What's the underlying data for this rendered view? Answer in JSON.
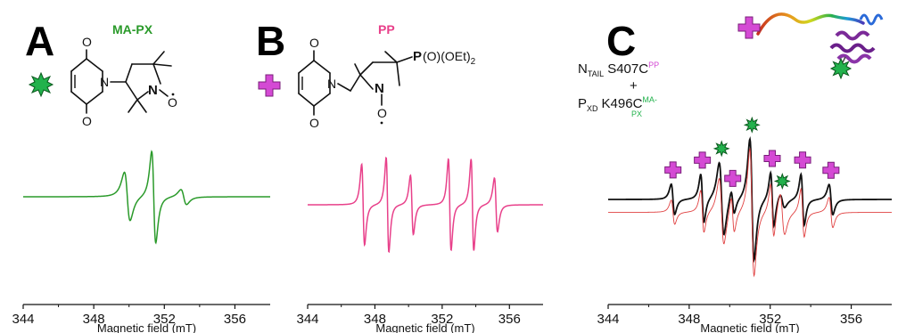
{
  "colors": {
    "green": "#2a9a2a",
    "pink": "#e8408a",
    "magenta": "#d44ad4",
    "black": "#111111",
    "red": "#e04040",
    "bright_green": "#22b24c"
  },
  "panels": [
    {
      "letter": "A",
      "label": "MA-PX"
    },
    {
      "letter": "B",
      "label": "PP"
    },
    {
      "letter": "C"
    }
  ],
  "chem": {
    "O": "O",
    "N": "N",
    "P": "P",
    "phos_rest": "(O)(OEt)",
    "phos_sub": "2"
  },
  "construct": {
    "ntail": "N",
    "ntail_sub": "TAIL",
    "ntail_mut": "S407C",
    "ntail_sup": "PP",
    "plus": "+",
    "pxd": "P",
    "pxd_sub": "XD",
    "pxd_mut": "K496C",
    "pxd_sup": "MA-",
    "pxd_sup2": "PX"
  },
  "chart_data": [
    {
      "type": "line",
      "panel": "A",
      "xlabel": "Magnetic field (mT)",
      "xlim": [
        344,
        358
      ],
      "xticks": [
        344,
        348,
        352,
        356
      ],
      "baseline": 0,
      "series": [
        {
          "color": "#2a9a2a",
          "lines": [
            {
              "center": 349.9,
              "amp": 0.45,
              "width": 0.28
            },
            {
              "center": 351.4,
              "amp": 0.85,
              "width": 0.2
            },
            {
              "center": 353.1,
              "amp": 0.14,
              "width": 0.28
            }
          ]
        }
      ]
    },
    {
      "type": "line",
      "panel": "B",
      "xlabel": "Magnetic field (mT)",
      "xlim": [
        344,
        358
      ],
      "xticks": [
        344,
        348,
        352,
        356
      ],
      "baseline": 0,
      "series": [
        {
          "color": "#e8408a",
          "lines": [
            {
              "center": 347.3,
              "amp": 0.75,
              "width": 0.15
            },
            {
              "center": 348.75,
              "amp": 0.88,
              "width": 0.14
            },
            {
              "center": 350.2,
              "amp": 0.55,
              "width": 0.15
            },
            {
              "center": 352.45,
              "amp": 0.85,
              "width": 0.14
            },
            {
              "center": 353.8,
              "amp": 0.85,
              "width": 0.14
            },
            {
              "center": 355.2,
              "amp": 0.5,
              "width": 0.16
            }
          ]
        }
      ]
    },
    {
      "type": "line",
      "panel": "C",
      "xlabel": "Magnetic field (mT)",
      "xlim": [
        344,
        358
      ],
      "xticks": [
        344,
        348,
        352,
        356
      ],
      "series": [
        {
          "color": "#111111",
          "baseline": 0.0,
          "lines": [
            {
              "center": 347.2,
              "amp": 0.25,
              "width": 0.15
            },
            {
              "center": 348.65,
              "amp": 0.4,
              "width": 0.14
            },
            {
              "center": 349.6,
              "amp": 0.6,
              "width": 0.2
            },
            {
              "center": 350.15,
              "amp": 0.2,
              "width": 0.14
            },
            {
              "center": 351.1,
              "amp": 1.0,
              "width": 0.18
            },
            {
              "center": 352.1,
              "amp": 0.45,
              "width": 0.14
            },
            {
              "center": 352.6,
              "amp": 0.12,
              "width": 0.2
            },
            {
              "center": 353.6,
              "amp": 0.42,
              "width": 0.14
            },
            {
              "center": 355.0,
              "amp": 0.25,
              "width": 0.16
            }
          ]
        },
        {
          "color": "#e04040",
          "baseline": -0.05,
          "lines": [
            {
              "center": 347.2,
              "amp": 0.2,
              "width": 0.15
            },
            {
              "center": 348.65,
              "amp": 0.35,
              "width": 0.14
            },
            {
              "center": 349.6,
              "amp": 0.55,
              "width": 0.2
            },
            {
              "center": 350.15,
              "amp": 0.3,
              "width": 0.14
            },
            {
              "center": 351.1,
              "amp": 1.05,
              "width": 0.18
            },
            {
              "center": 352.1,
              "amp": 0.45,
              "width": 0.14
            },
            {
              "center": 352.6,
              "amp": 0.35,
              "width": 0.2
            },
            {
              "center": 353.6,
              "amp": 0.4,
              "width": 0.14
            },
            {
              "center": 355.0,
              "amp": 0.25,
              "width": 0.16
            }
          ]
        }
      ],
      "markers": [
        {
          "shape": "cross",
          "field": 347.2
        },
        {
          "shape": "cross",
          "field": 348.65
        },
        {
          "shape": "star",
          "field": 349.6
        },
        {
          "shape": "cross",
          "field": 350.15
        },
        {
          "shape": "star",
          "field": 351.1
        },
        {
          "shape": "cross",
          "field": 352.1
        },
        {
          "shape": "star",
          "field": 352.6
        },
        {
          "shape": "cross",
          "field": 353.6
        },
        {
          "shape": "cross",
          "field": 355.0
        }
      ]
    }
  ]
}
